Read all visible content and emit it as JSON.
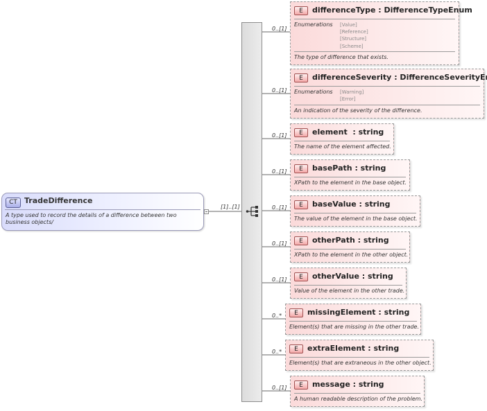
{
  "complex_type": {
    "badge": "CT",
    "name": "TradeDifference",
    "description": "A type used to record the details of a difference between two business objects/",
    "multiplicity": "[1]..[1]"
  },
  "enumerations_label": "Enumerations",
  "element_badge": "E",
  "elements": [
    {
      "name": "differenceType",
      "type": ": DifferenceTypeEnum",
      "multiplicity": "0..[1]",
      "enumerations": [
        "[Value]",
        "[Reference]",
        "[Structure]",
        "[Scheme]"
      ],
      "description": "The type of difference that exists."
    },
    {
      "name": "differenceSeverity",
      "type": ": DifferenceSeverityEnum",
      "multiplicity": "0..[1]",
      "enumerations": [
        "[Warning]",
        "[Error]"
      ],
      "description": "An indication of the severity of the difference."
    },
    {
      "name": "element",
      "type": ": string",
      "multiplicity": "0..[1]",
      "description": "The name of the element affected."
    },
    {
      "name": "basePath",
      "type": ": string",
      "multiplicity": "0..[1]",
      "description": "XPath to the element in the base object."
    },
    {
      "name": "baseValue",
      "type": ": string",
      "multiplicity": "0..[1]",
      "description": "The value of the element in the base object."
    },
    {
      "name": "otherPath",
      "type": ": string",
      "multiplicity": "0..[1]",
      "description": "XPath to the element in the other object."
    },
    {
      "name": "otherValue",
      "type": ": string",
      "multiplicity": "0..[1]",
      "description": "Value of the element in the other trade."
    },
    {
      "name": "missingElement",
      "type": ": string",
      "multiplicity": "0..*",
      "description": "Element(s) that are missing in the other trade."
    },
    {
      "name": "extraElement",
      "type": ": string",
      "multiplicity": "0..*",
      "description": "Element(s) that are extraneous in the other object."
    },
    {
      "name": "message",
      "type": ": string",
      "multiplicity": "0..[1]",
      "description": "A human readable description of the problem."
    }
  ]
}
